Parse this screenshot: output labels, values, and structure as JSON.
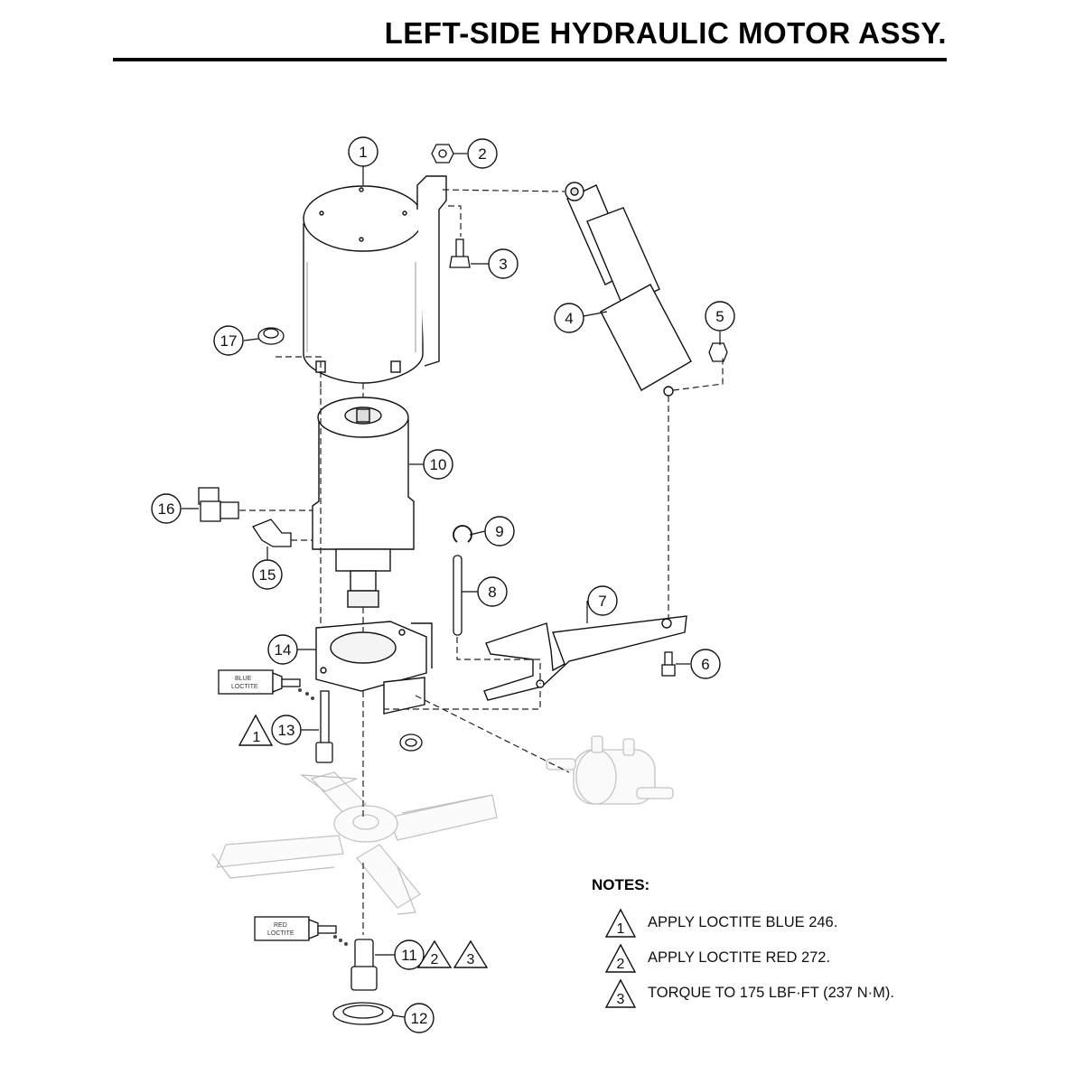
{
  "title": "LEFT-SIDE HYDRAULIC MOTOR ASSY.",
  "callouts": [
    "1",
    "2",
    "3",
    "4",
    "5",
    "6",
    "7",
    "8",
    "9",
    "10",
    "11",
    "12",
    "13",
    "14",
    "15",
    "16",
    "17"
  ],
  "tubes": {
    "blue_top": "BLUE",
    "blue_bottom": "LOCTITE",
    "red_top": "RED",
    "red_bottom": "LOCTITE"
  },
  "notes": {
    "heading": "NOTES:",
    "items": [
      {
        "marker": "1",
        "text": "APPLY LOCTITE BLUE 246."
      },
      {
        "marker": "2",
        "text": "APPLY LOCTITE RED 272."
      },
      {
        "marker": "3",
        "text": "TORQUE TO 175 LBF·FT (237 N·M)."
      }
    ]
  },
  "inline_markers": {
    "part13": [
      "1"
    ],
    "part11": [
      "2",
      "3"
    ]
  },
  "colors": {
    "ink": "#000000",
    "ghost": "#bdbdbd"
  }
}
